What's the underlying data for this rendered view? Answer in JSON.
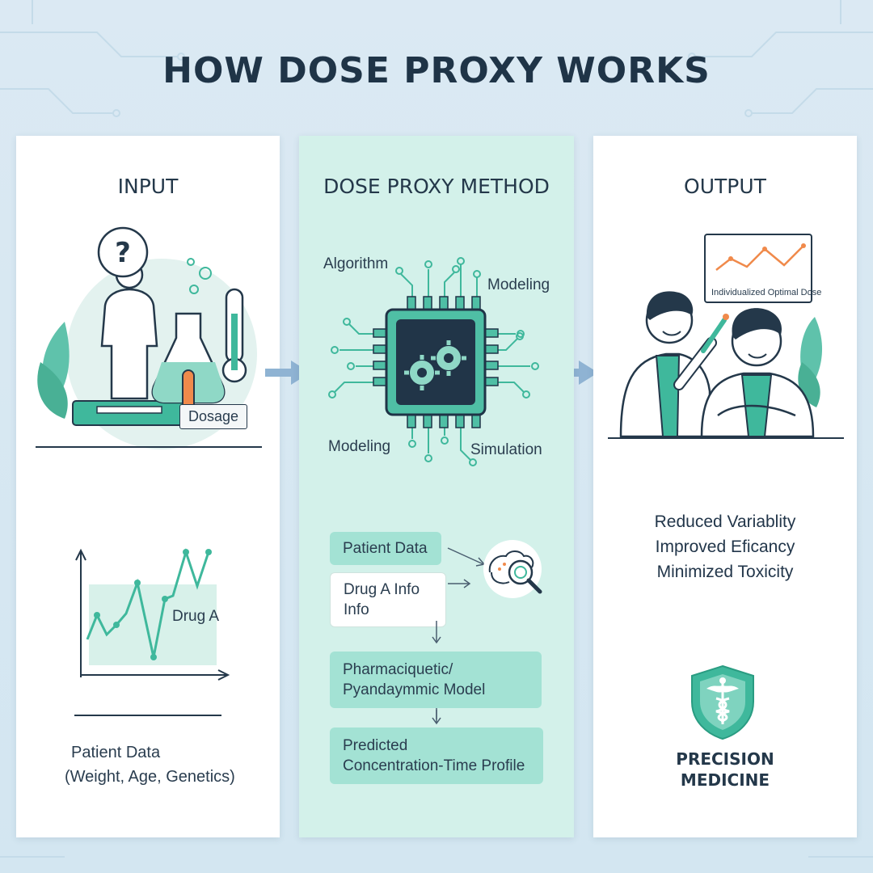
{
  "title": "HOW DOSE PROXY WORKS",
  "input": {
    "heading": "INPUT",
    "dosage_tag": "Dosage",
    "chart_label": "Drug A",
    "patient_data_title": "Patient Data",
    "patient_data_detail": "(Weight, Age, Genetics)"
  },
  "method": {
    "heading": "DOSE PROXY METHOD",
    "chip_labels": {
      "algorithm": "Algorithm",
      "modeling_top": "Modeling",
      "modeling_bottom": "Modeling",
      "simulation": "Simulation"
    },
    "flow": {
      "patient_data": "Patient Data",
      "drug_info_line1": "Drug A Info",
      "drug_info_line2": "Info",
      "model_line1": "Pharmaciquetic/",
      "model_line2": "Pyandaymmic Model",
      "profile_line1": "Predicted",
      "profile_line2": "Concentration-Time Profile"
    }
  },
  "output": {
    "heading": "OUTPUT",
    "monitor_label": "Individualized Optimal Dose",
    "outcomes": [
      "Reduced Variablity",
      "Improved Eficancy",
      "Minimized Toxicity"
    ],
    "badge_line1": "PRECISION",
    "badge_line2": "MEDICINE"
  },
  "colors": {
    "teal": "#3fb89c",
    "teal_light": "#a3e2d4",
    "navy": "#1f3447",
    "orange": "#f08a4b",
    "arrow": "#8fb3d3"
  }
}
